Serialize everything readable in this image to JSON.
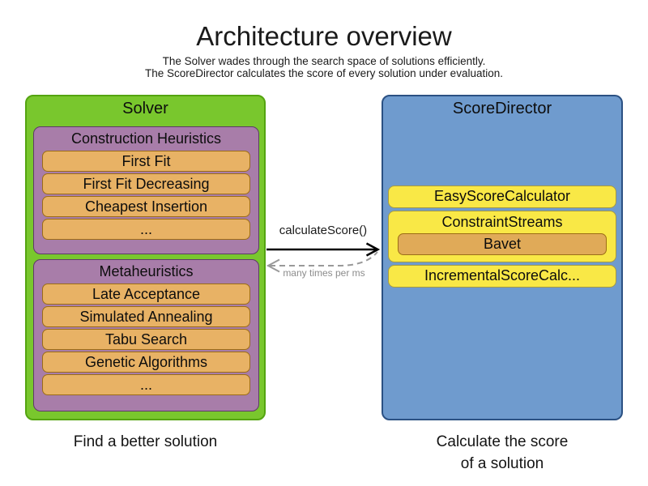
{
  "header": {
    "title": "Architecture overview",
    "subtitle1": "The Solver wades through the search space of solutions efficiently.",
    "subtitle2": "The ScoreDirector calculates the score of every solution under evaluation."
  },
  "solver": {
    "title": "Solver",
    "caption": "Find a better solution",
    "groups": [
      {
        "title": "Construction Heuristics",
        "items": [
          "First Fit",
          "First Fit Decreasing",
          "Cheapest Insertion",
          "..."
        ]
      },
      {
        "title": "Metaheuristics",
        "items": [
          "Late Acceptance",
          "Simulated Annealing",
          "Tabu Search",
          "Genetic Algorithms",
          "..."
        ]
      }
    ]
  },
  "score_director": {
    "title": "ScoreDirector",
    "caption_line1": "Calculate the score",
    "caption_line2": "of a solution",
    "calculators": [
      {
        "label": "EasyScoreCalculator"
      },
      {
        "label": "ConstraintStreams",
        "sub": "Bavet"
      },
      {
        "label": "IncrementalScoreCalc..."
      }
    ]
  },
  "arrows": {
    "call_label": "calculateScore()",
    "frequency_label": "many times per ms"
  },
  "colors": {
    "solver_fill": "#79c72d",
    "solver_border": "#54a410",
    "group_fill": "#a87da9",
    "group_border": "#5e3a68",
    "item_fill": "#e8b265",
    "item_border": "#9c6d16",
    "director_fill": "#6f9bce",
    "director_border": "#2b5183",
    "calculator_fill": "#f9e846",
    "calculator_border": "#a69b42",
    "bavet_fill": "#e0aa58",
    "bavet_border": "#9c6d16",
    "call_arrow": "#000000",
    "return_arrow": "#999999"
  }
}
